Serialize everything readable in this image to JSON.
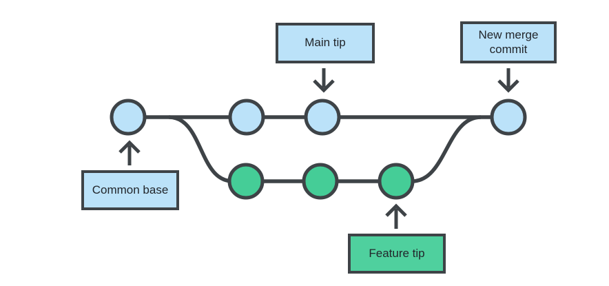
{
  "labels": {
    "main_tip": "Main tip",
    "new_merge_commit": "New merge commit",
    "common_base": "Common base",
    "feature_tip": "Feature tip"
  },
  "colors": {
    "background": "#ffffff",
    "line": "#3e4347",
    "text": "#22262b",
    "commit_blue": "#bbe2f9",
    "commit_green": "#45cd97",
    "box_blue": "#bbe2f9",
    "box_green": "#4fd09e"
  },
  "diagram": {
    "type": "git-branch-merge",
    "main_branch_commit_count": 3,
    "feature_branch_commit_count": 3,
    "merge_commit_count": 1,
    "annotations": [
      {
        "label_key": "common_base",
        "points_to": "first commit on main line",
        "arrow_direction": "up"
      },
      {
        "label_key": "main_tip",
        "points_to": "last regular commit on main line",
        "arrow_direction": "down"
      },
      {
        "label_key": "feature_tip",
        "points_to": "last commit on feature branch",
        "arrow_direction": "up"
      },
      {
        "label_key": "new_merge_commit",
        "points_to": "merge commit at right end of main line",
        "arrow_direction": "down"
      }
    ]
  }
}
